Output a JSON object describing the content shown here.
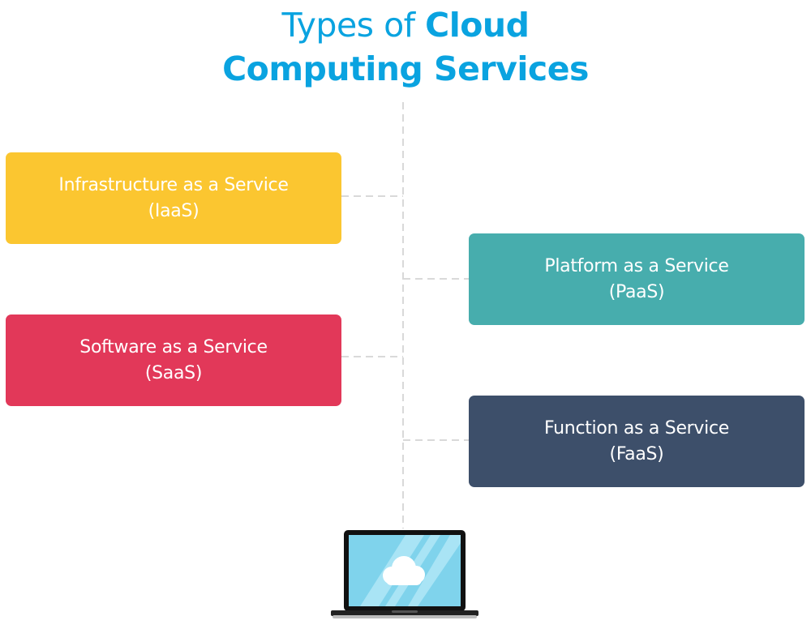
{
  "title": {
    "line1_light": "Types of ",
    "line1_bold": "Cloud",
    "line2": "Computing Services"
  },
  "services": [
    {
      "name": "Infrastructure as a Service",
      "abbr": "(IaaS)"
    },
    {
      "name": "Platform as a Service",
      "abbr": "(PaaS)"
    },
    {
      "name": "Software as a Service",
      "abbr": "(SaaS)"
    },
    {
      "name": "Function as a Service",
      "abbr": "(FaaS)"
    }
  ],
  "colors": {
    "title": "#0aa3e0",
    "iaas": "#fbc630",
    "paas": "#47adad",
    "saas": "#e23859",
    "faas": "#3d4f6a",
    "connector": "#d9d9d9"
  },
  "icons": {
    "device": "laptop-icon",
    "cloud": "cloud-icon"
  }
}
